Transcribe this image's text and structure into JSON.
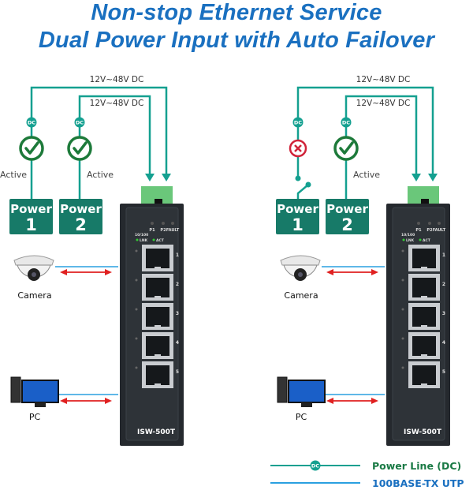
{
  "title": {
    "line1": "Non-stop Ethernet Service",
    "line2": "Dual Power Input with Auto Failover"
  },
  "colors": {
    "title": "#1a70c0",
    "power_line": "#14a090",
    "power_box": "#177a68",
    "active_check": "#1d7a3a",
    "failed": "#d0243a",
    "utp_line": "#2aa0e0",
    "data_arrow": "#e02020",
    "switch_body": "#25292e"
  },
  "panels": [
    {
      "voltage_outer": "12V~48V DC",
      "voltage_inner": "12V~48V DC",
      "dc_badge": "DC",
      "power1": {
        "label": "Power",
        "number": "1",
        "status": "Active",
        "state": "active"
      },
      "power2": {
        "label": "Power",
        "number": "2",
        "status": "Active",
        "state": "active"
      },
      "camera_label": "Camera",
      "pc_label": "PC",
      "switch": {
        "model": "ISW-500T",
        "leds": [
          "P1",
          "P2",
          "FAULT"
        ],
        "speed": "10/100",
        "lnk": "LNK",
        "act": "ACT",
        "ports": [
          "1",
          "2",
          "3",
          "4",
          "5"
        ]
      }
    },
    {
      "voltage_outer": "12V~48V DC",
      "voltage_inner": "12V~48V DC",
      "dc_badge": "DC",
      "power1": {
        "label": "Power",
        "number": "1",
        "status": "",
        "state": "failed"
      },
      "power2": {
        "label": "Power",
        "number": "2",
        "status": "Active",
        "state": "active"
      },
      "camera_label": "Camera",
      "pc_label": "PC",
      "switch": {
        "model": "ISW-500T",
        "leds": [
          "P1",
          "P2",
          "FAULT"
        ],
        "speed": "10/100",
        "lnk": "LNK",
        "act": "ACT",
        "ports": [
          "1",
          "2",
          "3",
          "4",
          "5"
        ]
      }
    }
  ],
  "legend": {
    "dc_badge": "DC",
    "power_line": "Power Line (DC)",
    "utp": "100BASE-TX UTP"
  }
}
